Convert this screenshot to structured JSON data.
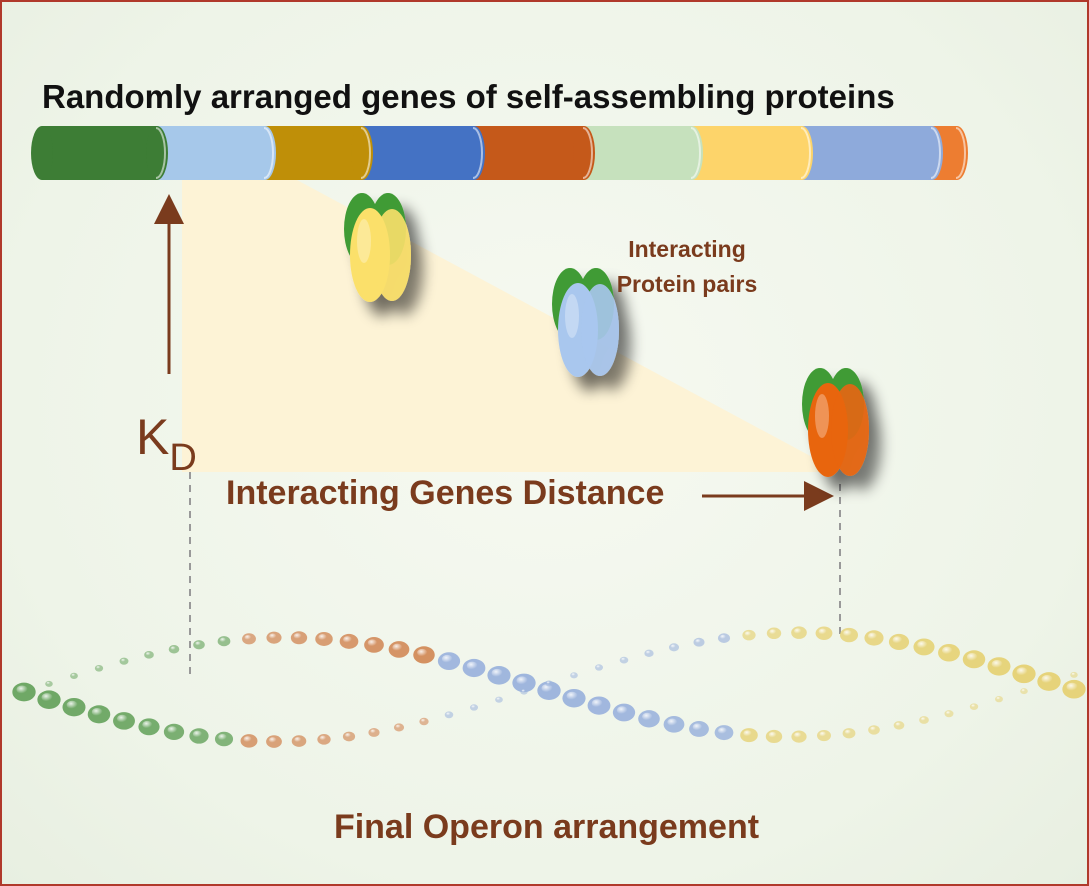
{
  "title": "Randomly arranged genes of self-assembling proteins",
  "genes": [
    "#3d7d35",
    "#a6c8ea",
    "#bf8f08",
    "#4472c4",
    "#c5591a",
    "#c6e1bd",
    "#fdd46a",
    "#8eaadb",
    "#ed7d31"
  ],
  "protein_pairs": [
    {
      "back": "#3f9b35",
      "front": "#fbe06a"
    },
    {
      "back": "#3f9b35",
      "front": "#a9c7ee"
    },
    {
      "back": "#3f9b35",
      "front": "#e8650f"
    }
  ],
  "labels": {
    "pairs_line1": "Interacting",
    "pairs_line2": "Protein pairs",
    "kd_main": "K",
    "kd_sub": "D",
    "distance": "Interacting Genes Distance",
    "final": "Final Operon arrangement"
  },
  "colors": {
    "label": "#7a3b1d",
    "triangle": "#fdf3d6",
    "border": "#b0392b",
    "operon_green": "#6fa866",
    "operon_orange": "#d28b5a",
    "operon_blue": "#9fb6dd",
    "operon_yellow": "#e6d37a"
  }
}
